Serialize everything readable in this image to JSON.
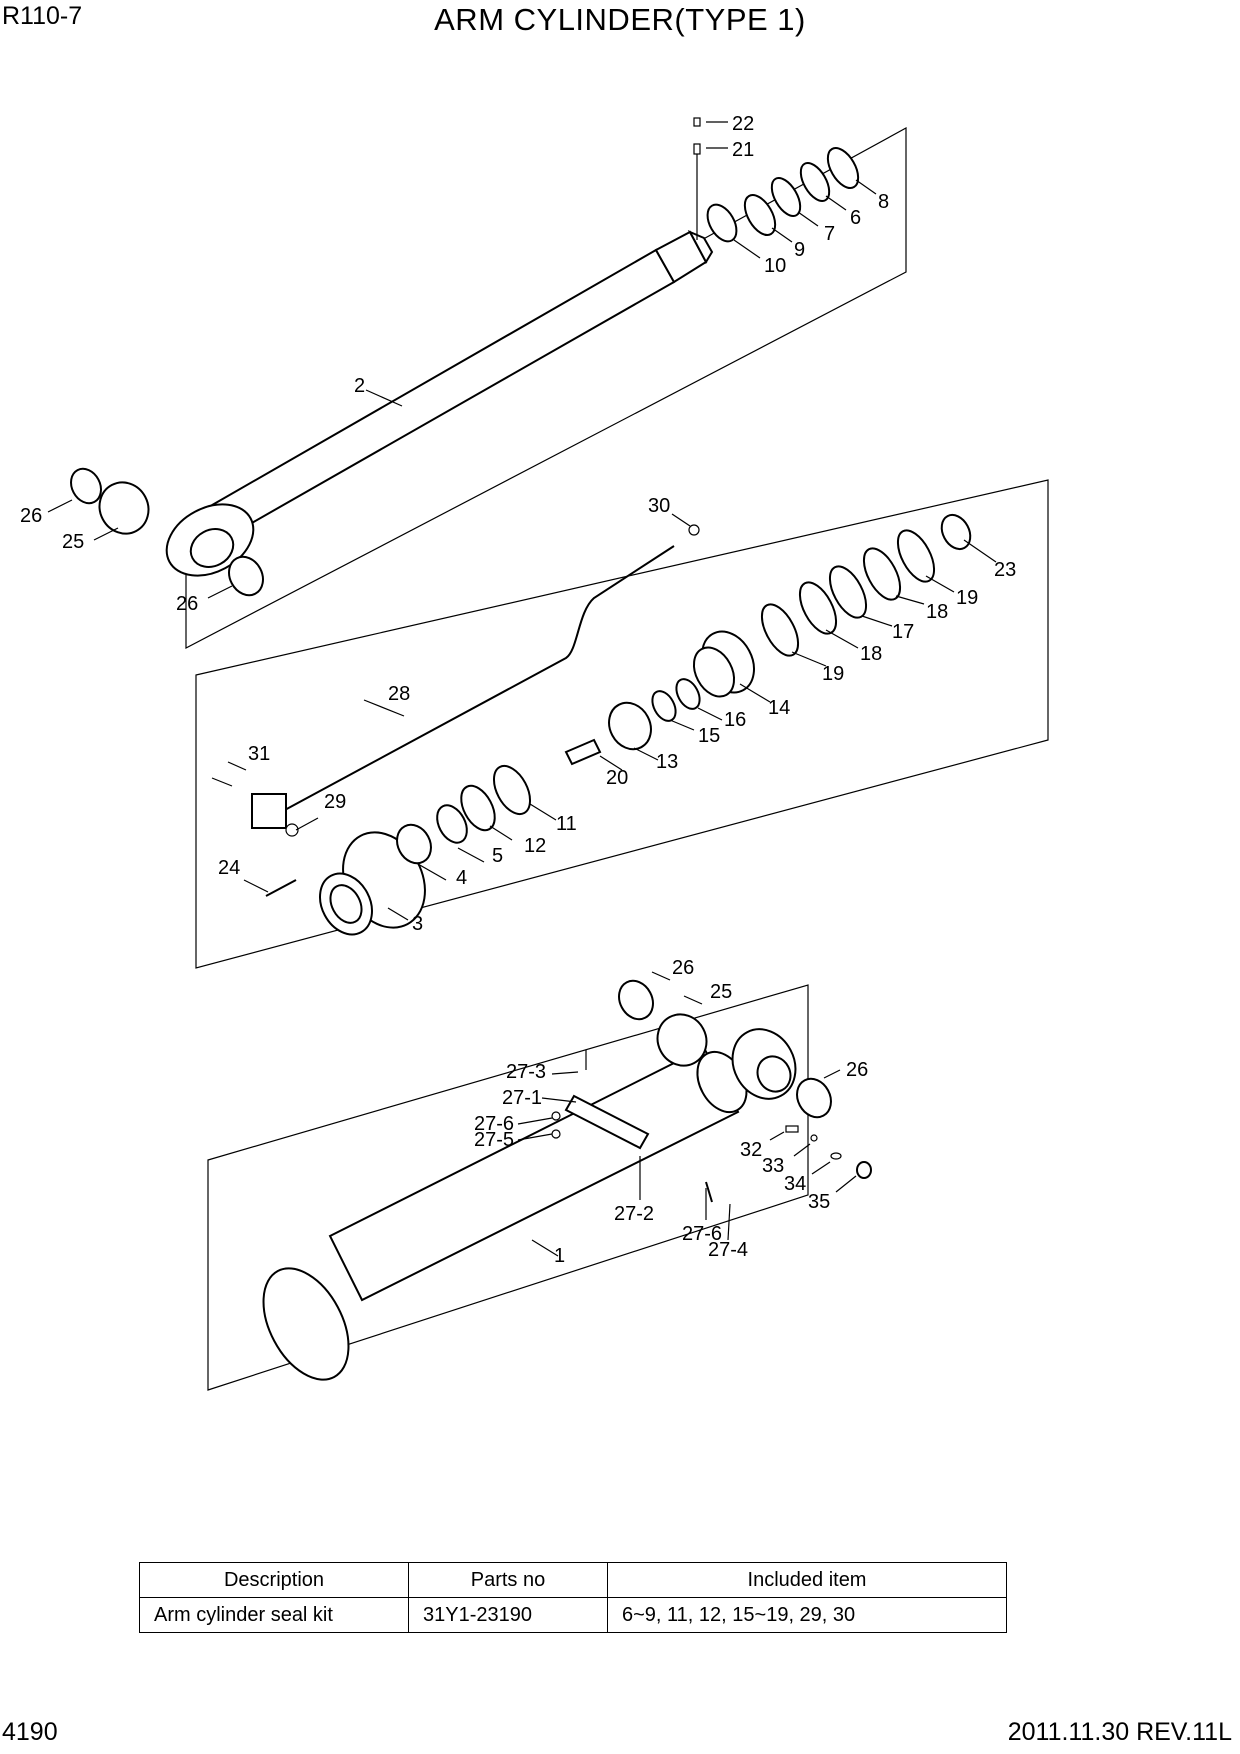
{
  "header": {
    "model": "R110-7",
    "title": "ARM CYLINDER(TYPE 1)"
  },
  "footer": {
    "page": "4190",
    "revision": "2011.11.30  REV.11L"
  },
  "callouts": [
    "22",
    "21",
    "8",
    "6",
    "7",
    "9",
    "10",
    "2",
    "26",
    "25",
    "26",
    "30",
    "23",
    "19",
    "18",
    "17",
    "18",
    "19",
    "14",
    "16",
    "15",
    "13",
    "28",
    "31",
    "29",
    "20",
    "11",
    "12",
    "5",
    "4",
    "24",
    "3",
    "26",
    "25",
    "26",
    "27-3",
    "27-1",
    "27-6",
    "27-5",
    "32",
    "33",
    "34",
    "35",
    "27-2",
    "27-6",
    "27-4",
    "1"
  ],
  "kit_table": {
    "headers": [
      "Description",
      "Parts no",
      "Included item"
    ],
    "rows": [
      [
        "Arm cylinder seal kit",
        "31Y1-23190",
        "6~9, 11, 12, 15~19, 29, 30"
      ]
    ]
  }
}
